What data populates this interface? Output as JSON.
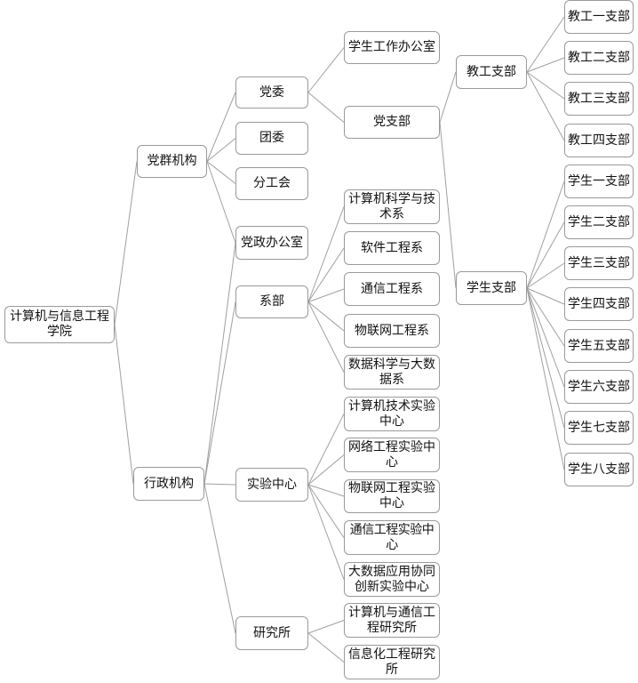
{
  "org": {
    "root": "计算机与信息工程学院",
    "party_org": "党群机构",
    "admin_org": "行政机构",
    "party_committee": "党委",
    "youth_league": "团委",
    "labor_union": "分工会",
    "office": "党政办公室",
    "departments": "系部",
    "lab_center": "实验中心",
    "institutes": "研究所",
    "student_affairs_office": "学生工作办公室",
    "party_branch": "党支部",
    "faculty_branch": "教工支部",
    "student_branch": "学生支部",
    "dept_cs": "计算机科学与技术系",
    "dept_software": "软件工程系",
    "dept_comm": "通信工程系",
    "dept_iot": "物联网工程系",
    "dept_ds": "数据科学与大数据系",
    "lab_cs": "计算机技术实验中心",
    "lab_net": "网络工程实验中心",
    "lab_iot": "物联网工程实验中心",
    "lab_comm": "通信工程实验中心",
    "lab_bigdata": "大数据应用协同创新实验中心",
    "inst_cc": "计算机与通信工程研究所",
    "inst_info": "信息化工程研究所",
    "faculty_1": "教工一支部",
    "faculty_2": "教工二支部",
    "faculty_3": "教工三支部",
    "faculty_4": "教工四支部",
    "student_1": "学生一支部",
    "student_2": "学生二支部",
    "student_3": "学生三支部",
    "student_4": "学生四支部",
    "student_5": "学生五支部",
    "student_6": "学生六支部",
    "student_7": "学生七支部",
    "student_8": "学生八支部"
  },
  "style": {
    "line_color": "#a0a0a0",
    "border_color": "#9a9a9a"
  }
}
